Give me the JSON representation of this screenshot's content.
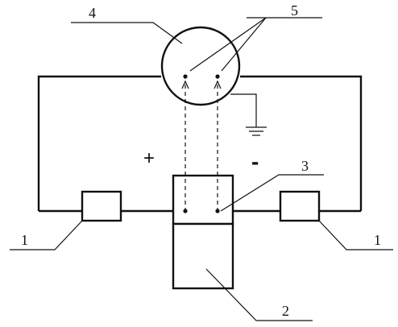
{
  "labels": {
    "resistor_left": "1",
    "resistor_right": "1",
    "battery_bottom": "2",
    "battery_top": "3",
    "meter": "4",
    "probes": "5"
  },
  "signs": {
    "positive": "+",
    "negative": "-"
  }
}
